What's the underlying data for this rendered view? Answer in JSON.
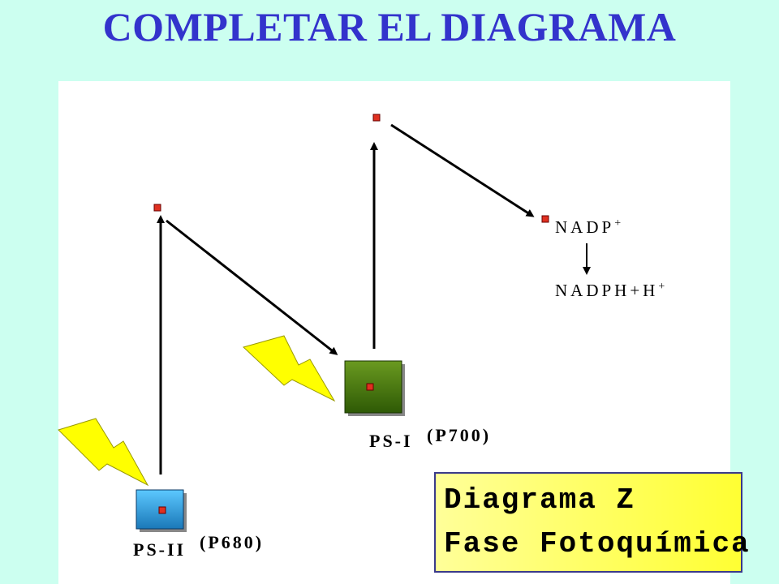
{
  "title": "COMPLETAR EL DIAGRAMA",
  "labels": {
    "ps2": "PS-II",
    "p680": "(P680)",
    "ps1": "PS-I",
    "p700": "(P700)",
    "nadp": "NADP",
    "nadp_charge": "+",
    "nadph": "NADPH+H",
    "nadph_charge": "+"
  },
  "box": {
    "line1": "Diagrama Z",
    "line2": "Fase Fotoquímica"
  },
  "colors": {
    "background": "#ccfff0",
    "title": "#3333cc",
    "ps2_square": "#2a9fd8",
    "ps1_square": "#4a7a10",
    "marker": "#e03020",
    "lightning": "#ffff00"
  },
  "icons": [
    "lightning-icon",
    "lightning-icon"
  ]
}
